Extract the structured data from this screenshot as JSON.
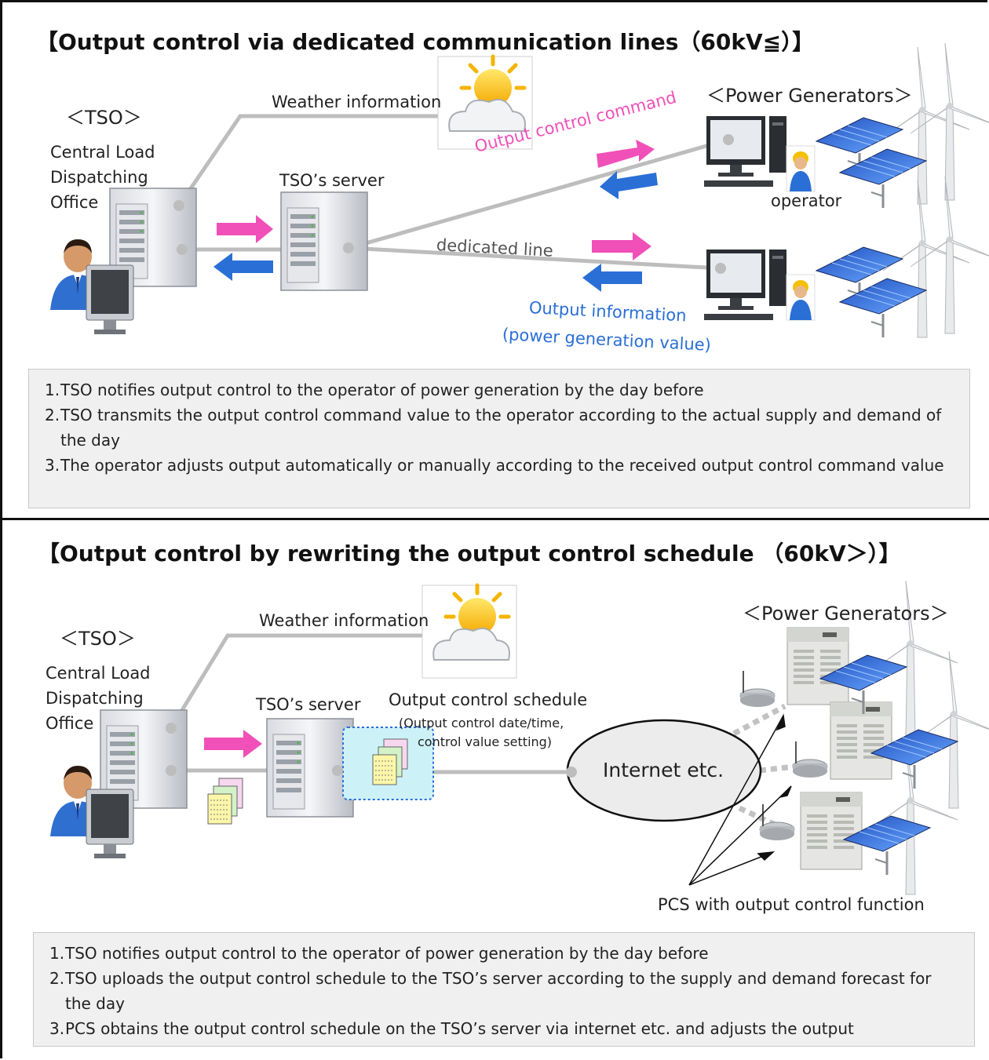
{
  "panel1": {
    "title": "【Output control via dedicated communication lines（60kV≦）】",
    "tso_header": "＜TSO＞",
    "office": [
      "Central Load",
      "Dispatching",
      "Office"
    ],
    "server_label": "TSO’s server",
    "weather_label": "Weather information",
    "gens_header": "＜Power Generators＞",
    "command_label": "Output control command",
    "operator_label": "operator",
    "line_label": "dedicated line",
    "output_info_1": "Output information",
    "output_info_2": "(power generation value)",
    "steps": [
      {
        "n": "1.",
        "text": "TSO notifies output control to the operator of power generation by the day before"
      },
      {
        "n": "2.",
        "text": "TSO transmits the output control command value to the operator according to the actual supply and demand of the day"
      },
      {
        "n": "3.",
        "text": "The operator adjusts output automatically or manually according to the received output control command value"
      }
    ]
  },
  "panel2": {
    "title": "【Output control by rewriting the output control schedule （60kV＞）】",
    "tso_header": "＜TSO＞",
    "office": [
      "Central Load",
      "Dispatching",
      "Office"
    ],
    "server_label": "TSO’s server",
    "weather_label": "Weather information",
    "schedule_label": "Output control schedule",
    "schedule_sub_1": "(Output control date/time,",
    "schedule_sub_2": "control value setting)",
    "internet_label": "Internet etc.",
    "gens_header": "＜Power Generators＞",
    "pcs_label": "PCS with output control function",
    "steps": [
      {
        "n": "1.",
        "text": "TSO notifies output control to the operator of power generation by the day before"
      },
      {
        "n": "2.",
        "text": "TSO uploads the output control schedule to the TSO’s server according to the supply and demand forecast for the day"
      },
      {
        "n": "3.",
        "text": "PCS obtains the output control schedule on the TSO’s server via internet etc. and adjusts the output"
      }
    ]
  },
  "colors": {
    "pink": "#f050b8",
    "blue": "#2a6fd6",
    "line": "#bdbdbd",
    "box": "#f0f0f0"
  }
}
